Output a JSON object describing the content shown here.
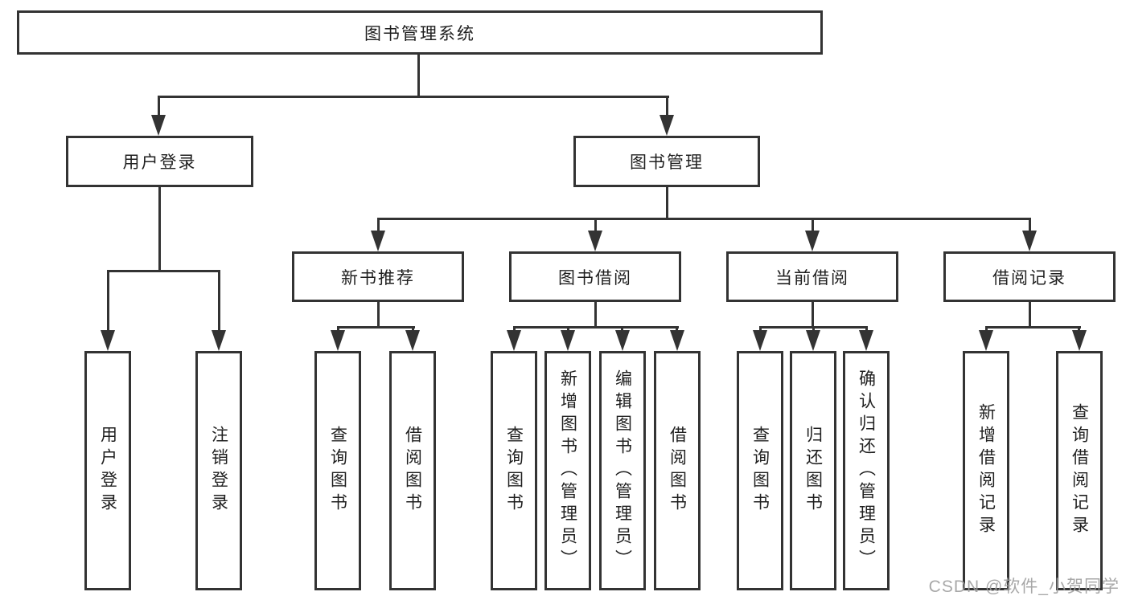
{
  "tree": {
    "root": "图书管理系统",
    "branches": [
      {
        "label": "用户登录",
        "children": [
          "用户登录",
          "注销登录"
        ]
      },
      {
        "label": "图书管理",
        "sections": [
          {
            "label": "新书推荐",
            "children": [
              "查询图书",
              "借阅图书"
            ]
          },
          {
            "label": "图书借阅",
            "children": [
              "查询图书",
              "新增图书（管理员）",
              "编辑图书（管理员）",
              "借阅图书"
            ]
          },
          {
            "label": "当前借阅",
            "children": [
              "查询图书",
              "归还图书",
              "确认归还（管理员）"
            ]
          },
          {
            "label": "借阅记录",
            "children": [
              "新增借阅记录",
              "查询借阅记录"
            ]
          }
        ]
      }
    ]
  },
  "watermark": "CSDN @软件_小贺同学",
  "colors": {
    "line": "#333333",
    "text": "#1f1f1f",
    "background": "#ffffff",
    "watermark": "#9e9e9e"
  }
}
